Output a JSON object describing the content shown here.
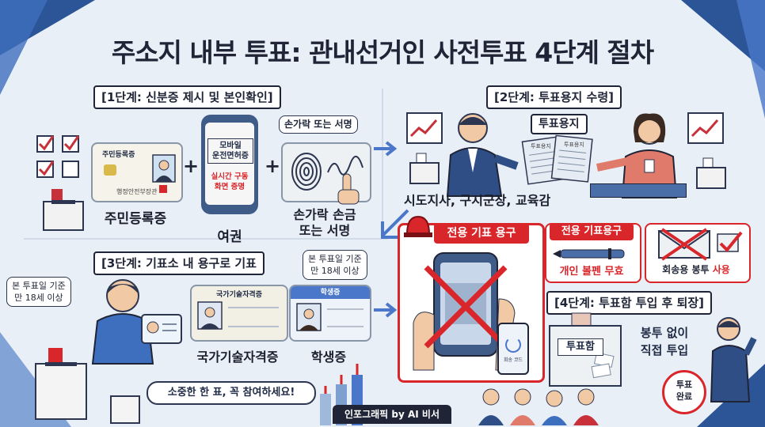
{
  "title": "주소지 내부 투표: 관내선거인 사전투표 4단계 절차",
  "step1": {
    "label": "[1단계: 신분증 제시 및 본인확인]",
    "id_card_title": "주민등록증",
    "id_card_issuer": "행정안전부장관",
    "resident_caption": "주민등록증",
    "mobile_license_title": "모바일\n운전면허증",
    "mobile_license_note": "실시간 구동\n화면 증명",
    "passport_caption": "여권",
    "bubble": "손가락 또는 서명",
    "sign_caption": "손가락 손금\n또는 서명"
  },
  "step2": {
    "label": "[2단계: 투표용지 수령]",
    "ballot_tag": "투표용지",
    "ballot_sheet": "투표용지",
    "caption": "시도지사, 구시군장, 교육감"
  },
  "step3": {
    "label": "[3단계: 기표소 내 용구로 기표",
    "bubble_right": "본 투표일 기준\n만 18세 이상",
    "bubble_left": "본 투표일 기준\n만 18세 이상",
    "cert_card_title": "국가기술자격증",
    "cert_caption": "국가기술자격증",
    "student_card_title": "학생증",
    "student_caption": "학생증"
  },
  "redbox": {
    "main_label": "전용 기표 용구",
    "qr_note": "회송 코드"
  },
  "pen_box": {
    "label": "전용 기표용구",
    "note": "개인 볼펜 무효"
  },
  "envelope_box": {
    "note_prefix": "회송용 봉투 ",
    "note_emph": "사용"
  },
  "step4": {
    "label": "[4단계: 투표함 투입 후 퇴장]",
    "box_label": "투표함",
    "note": "봉투 없이\n직접 투입",
    "badge": "투표\n완료"
  },
  "footer": {
    "cta": "소중한 한 표, 꼭 참여하세요!",
    "credit": "인포그래픽 by AI 비서"
  },
  "colors": {
    "navy": "#1f2436",
    "red": "#d8262a",
    "blue_accent": "#4a77c9",
    "background": "#e9eff7"
  }
}
